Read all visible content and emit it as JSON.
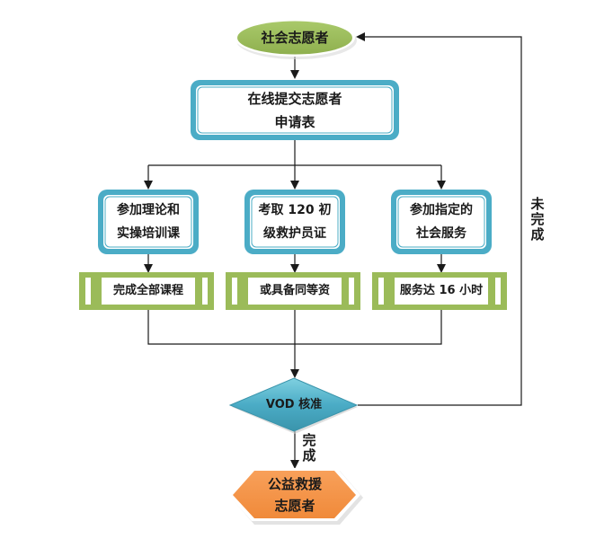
{
  "diagram": {
    "colors": {
      "start_fill": "#9bbb59",
      "process_border": "#4bacc6",
      "bar_fill": "#9bbb59",
      "decision_fill": "#4bacc6",
      "end_fill": "#f79646",
      "line": "#1a1a1a"
    },
    "nodes": {
      "start": {
        "lines": [
          "社会志愿者"
        ]
      },
      "submit": {
        "lines": [
          "在线提交志愿者",
          "申请表"
        ]
      },
      "branch1": {
        "lines": [
          "参加理论和",
          "实操培训课"
        ]
      },
      "branch2": {
        "lines": [
          "考取 120 初",
          "级救护员证"
        ]
      },
      "branch3": {
        "lines": [
          "参加指定的",
          "社会服务"
        ]
      },
      "result1": {
        "lines": [
          "完成全部课程"
        ]
      },
      "result2": {
        "lines": [
          "或具备同等资"
        ]
      },
      "result3": {
        "lines": [
          "服务达 16 小时"
        ]
      },
      "decision": {
        "lines": [
          "VOD 核准"
        ]
      },
      "end": {
        "lines": [
          "公益救援",
          "志愿者"
        ]
      }
    },
    "edge_labels": {
      "complete": "完成",
      "incomplete": "未完成"
    }
  }
}
